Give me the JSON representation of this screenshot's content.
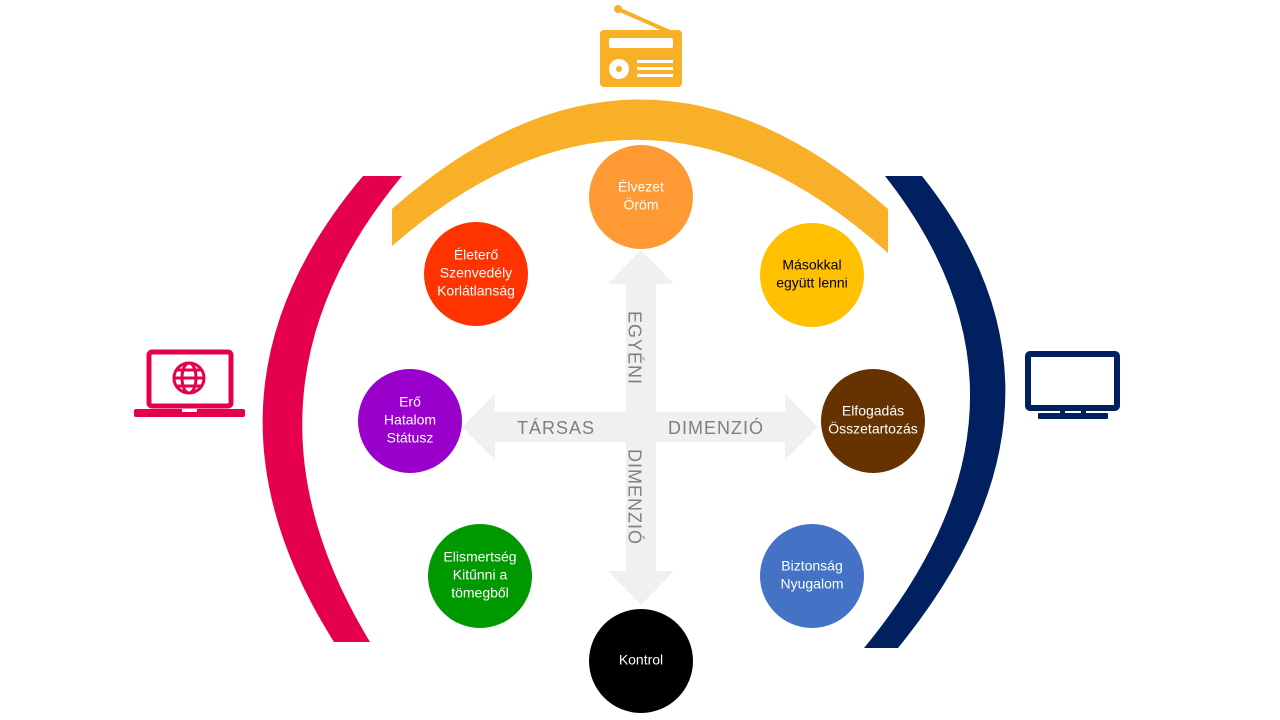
{
  "axes": {
    "vertical_top": "EGYÉNI",
    "vertical_bottom": "DIMENZIÓ",
    "horizontal_left": "TÁRSAS",
    "horizontal_right": "DIMENZIÓ"
  },
  "circles": [
    {
      "lines": [
        "Élvezet",
        "Öröm"
      ],
      "color": "#FF9933",
      "text_color": "#ffffff"
    },
    {
      "lines": [
        "Másokkal",
        "együtt lenni"
      ],
      "color": "#FFC000",
      "text_color": "#000000"
    },
    {
      "lines": [
        "Elfogadás",
        "Összetartozás"
      ],
      "color": "#663300",
      "text_color": "#ffffff"
    },
    {
      "lines": [
        "Biztonság",
        "Nyugalom"
      ],
      "color": "#4472C4",
      "text_color": "#ffffff"
    },
    {
      "lines": [
        "Kontrol"
      ],
      "color": "#000000",
      "text_color": "#ffffff"
    },
    {
      "lines": [
        "Elismertség",
        "Kitűnni a",
        "tömegből"
      ],
      "color": "#009900",
      "text_color": "#ffffff"
    },
    {
      "lines": [
        "Erő",
        "Hatalom",
        "Státusz"
      ],
      "color": "#9900CC",
      "text_color": "#ffffff"
    },
    {
      "lines": [
        "Életerő",
        "Szenvedély",
        "Korlátlanság"
      ],
      "color": "#FF3300",
      "text_color": "#ffffff"
    }
  ],
  "arcs": {
    "radio_color": "#F7B027",
    "internet_color": "#E4004F",
    "tv_color": "#002060",
    "arrow_color": "#F0F0F0"
  },
  "icons": {
    "top": "radio-icon",
    "left": "laptop-globe-icon",
    "right": "tv-icon"
  }
}
